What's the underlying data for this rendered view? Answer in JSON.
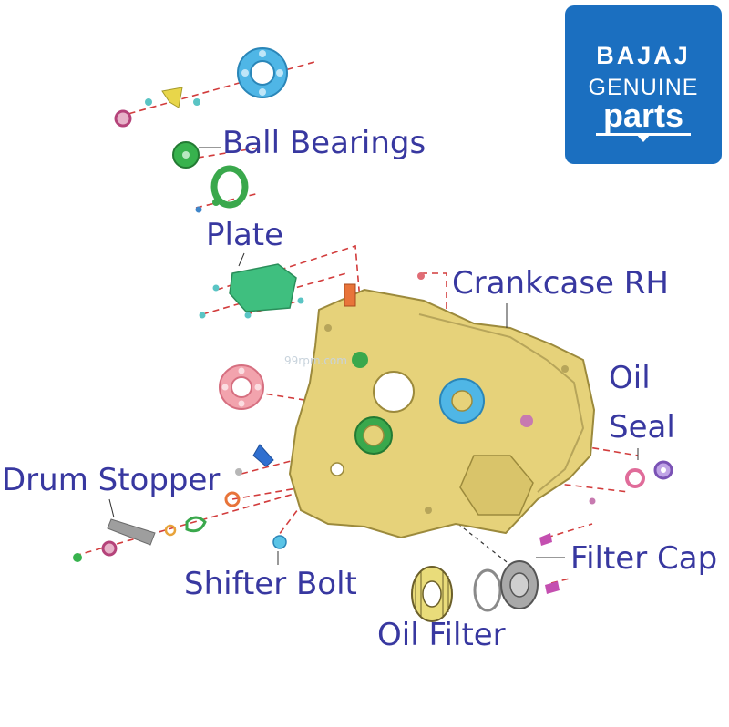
{
  "brand": {
    "line1": "BAJAJ",
    "line2": "GENUINE",
    "line3": "parts",
    "background_color": "#1b6fc0"
  },
  "labels": {
    "ball_bearings": "Ball Bearings",
    "plate": "Plate",
    "crankcase_rh": "Crankcase RH",
    "oil_seal_line1": "Oil",
    "oil_seal_line2": "Seal",
    "drum_stopper": "Drum Stopper",
    "shifter_bolt": "Shifter Bolt",
    "filter_cap": "Filter Cap",
    "oil_filter": "Oil Filter"
  },
  "watermark": "99rpm.com",
  "colors": {
    "label_text": "#3838a0",
    "crankcase": "#e6d27a",
    "dashed_lines": "#d23c3c",
    "bearing_blue": "#4fb6e6",
    "bearing_pink": "#f2a3ad",
    "plate_green": "#3fbf7f",
    "part_green": "#3aa84c"
  }
}
